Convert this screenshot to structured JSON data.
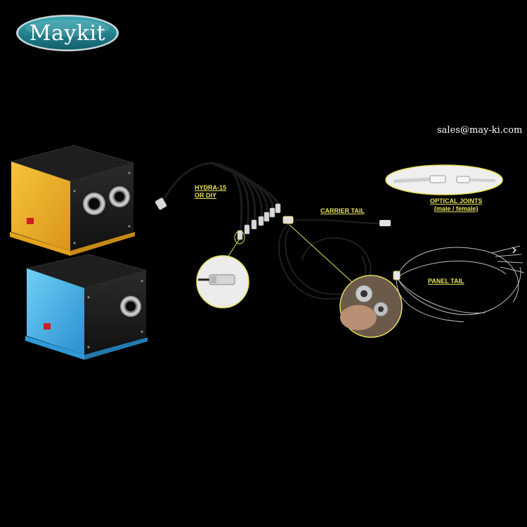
{
  "logo": {
    "text": "Maykit"
  },
  "contact": {
    "email": "sales@may-ki.com"
  },
  "labels": {
    "hydra_line1": "HYDRA-15",
    "hydra_line2": "OR DIY",
    "carrier_tail": "CARRIER TAIL",
    "optical_joints_line1": "OPTICAL JOINTS",
    "optical_joints_line2": "(male / female)",
    "panel_tail": "PANEL TAIL"
  },
  "colors": {
    "background": "#000000",
    "callout_yellow": "#e8e25a",
    "logo_teal": "#1f7f8c",
    "box_gold": "#f2b21f",
    "box_blue": "#3fb3e8"
  },
  "icons": {
    "next": "chevron-right-icon"
  }
}
